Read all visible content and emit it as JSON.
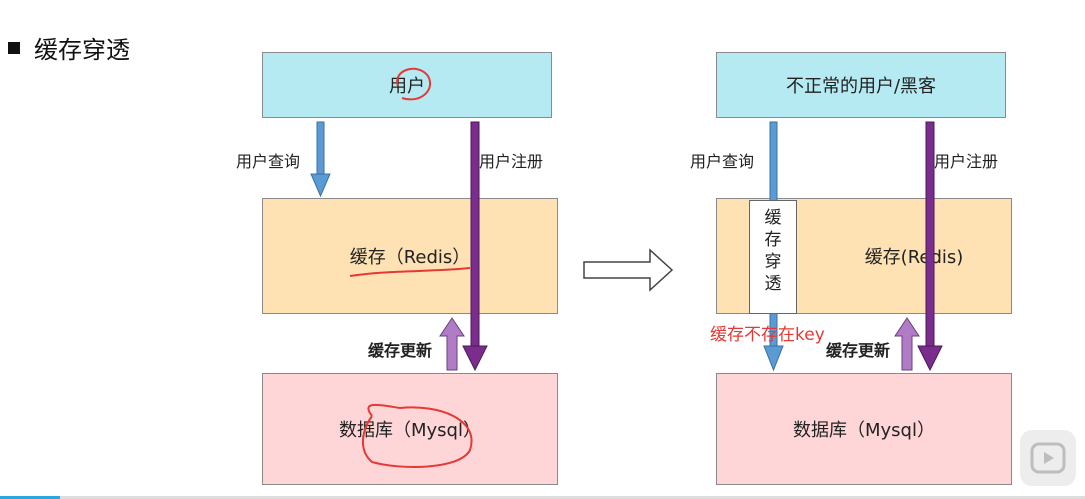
{
  "title": "缓存穿透",
  "left": {
    "user_box": "用户",
    "cache_box": "缓存（Redis）",
    "db_box": "数据库（Mysql）",
    "query_label": "用户查询",
    "register_label": "用户注册",
    "update_label": "缓存更新"
  },
  "right": {
    "user_box": "不正常的用户/黑客",
    "cache_box": "缓存(Redis)",
    "db_box": "数据库（Mysql）",
    "query_label": "用户查询",
    "register_label": "用户注册",
    "update_label": "缓存更新",
    "penetration_chars": [
      "缓",
      "存",
      "穿",
      "透"
    ],
    "miss_label": "缓存不存在key"
  },
  "colors": {
    "user_box": "#b6eaf2",
    "cache_box": "#ffe2b4",
    "db_box": "#ffd6d8",
    "query_arrow": "#5b9bd5",
    "register_arrow": "#7b2d8e",
    "update_arrow": "#b07cc6",
    "annotation": "#e53935"
  }
}
